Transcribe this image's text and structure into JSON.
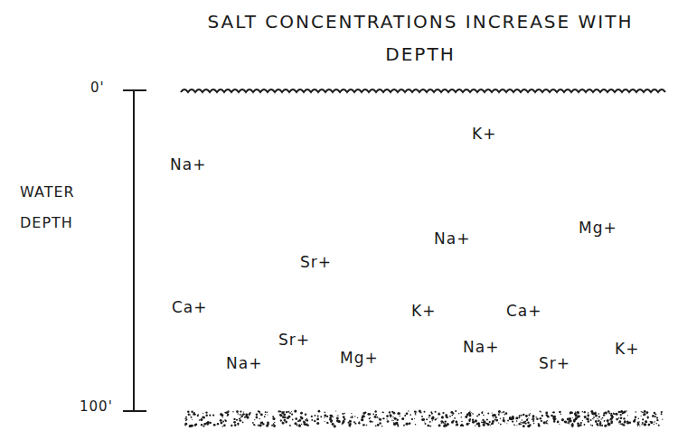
{
  "diagram": {
    "title": "SALT CONCENTRATIONS INCREASE WITH DEPTH",
    "labels": [
      "0'",
      "WATER DEPTH",
      "100'",
      "K+",
      "Na+",
      "Mg+",
      "Na+",
      "Sr+",
      "Ca+",
      "K+",
      "Ca+",
      "Sr+",
      "Na+",
      "Mg+",
      "Na+",
      "Sr+",
      "K+"
    ]
  }
}
